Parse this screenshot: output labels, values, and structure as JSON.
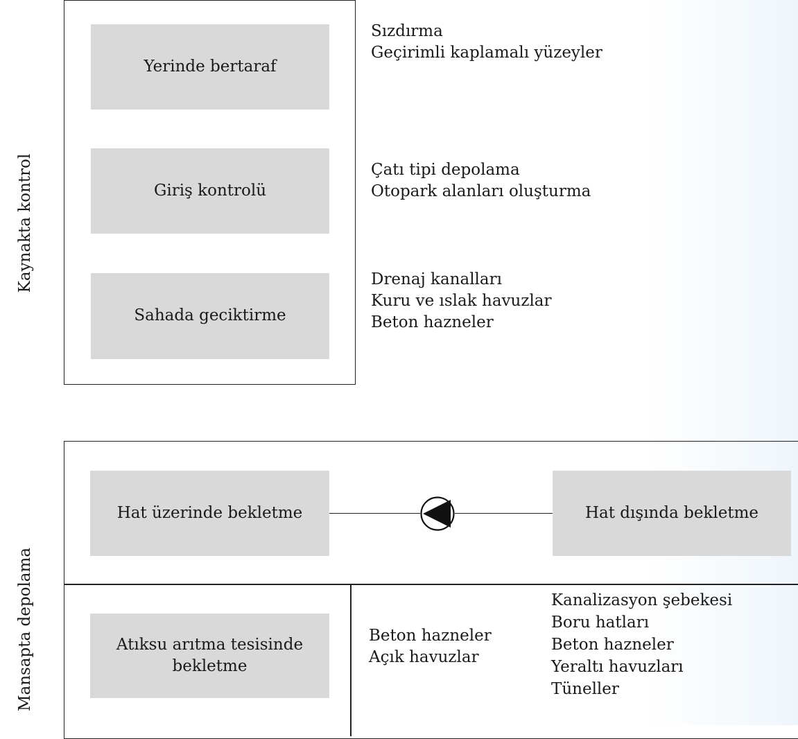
{
  "side_labels": {
    "source_control": "Kaynakta kontrol",
    "downstream_storage": "Mansapta depolama"
  },
  "source_control": {
    "boxes": [
      {
        "label": "Yerinde bertaraf",
        "items": [
          "Sızdırma",
          "Geçirimli kaplamalı yüzeyler"
        ]
      },
      {
        "label": "Giriş kontrolü",
        "items": [
          "Çatı tipi depolama",
          "Otopark alanları oluşturma"
        ]
      },
      {
        "label": "Sahada geciktirme",
        "items": [
          "Drenaj kanalları",
          "Kuru ve ıslak havuzlar",
          "Beton hazneler"
        ]
      }
    ]
  },
  "downstream_storage": {
    "inline_box": "Hat üzerinde bekletme",
    "offline_box": "Hat dışında bekletme",
    "treatment_box": "Atıksu arıtma tesisinde bekletme",
    "treatment_items": [
      "Beton hazneler",
      "Açık havuzlar"
    ],
    "offline_items": [
      "Kanalizasyon şebekesi",
      "Boru hatları",
      "Beton hazneler",
      "Yeraltı havuzları",
      "Tüneller"
    ]
  },
  "icons": {
    "pump": "pump-icon"
  }
}
